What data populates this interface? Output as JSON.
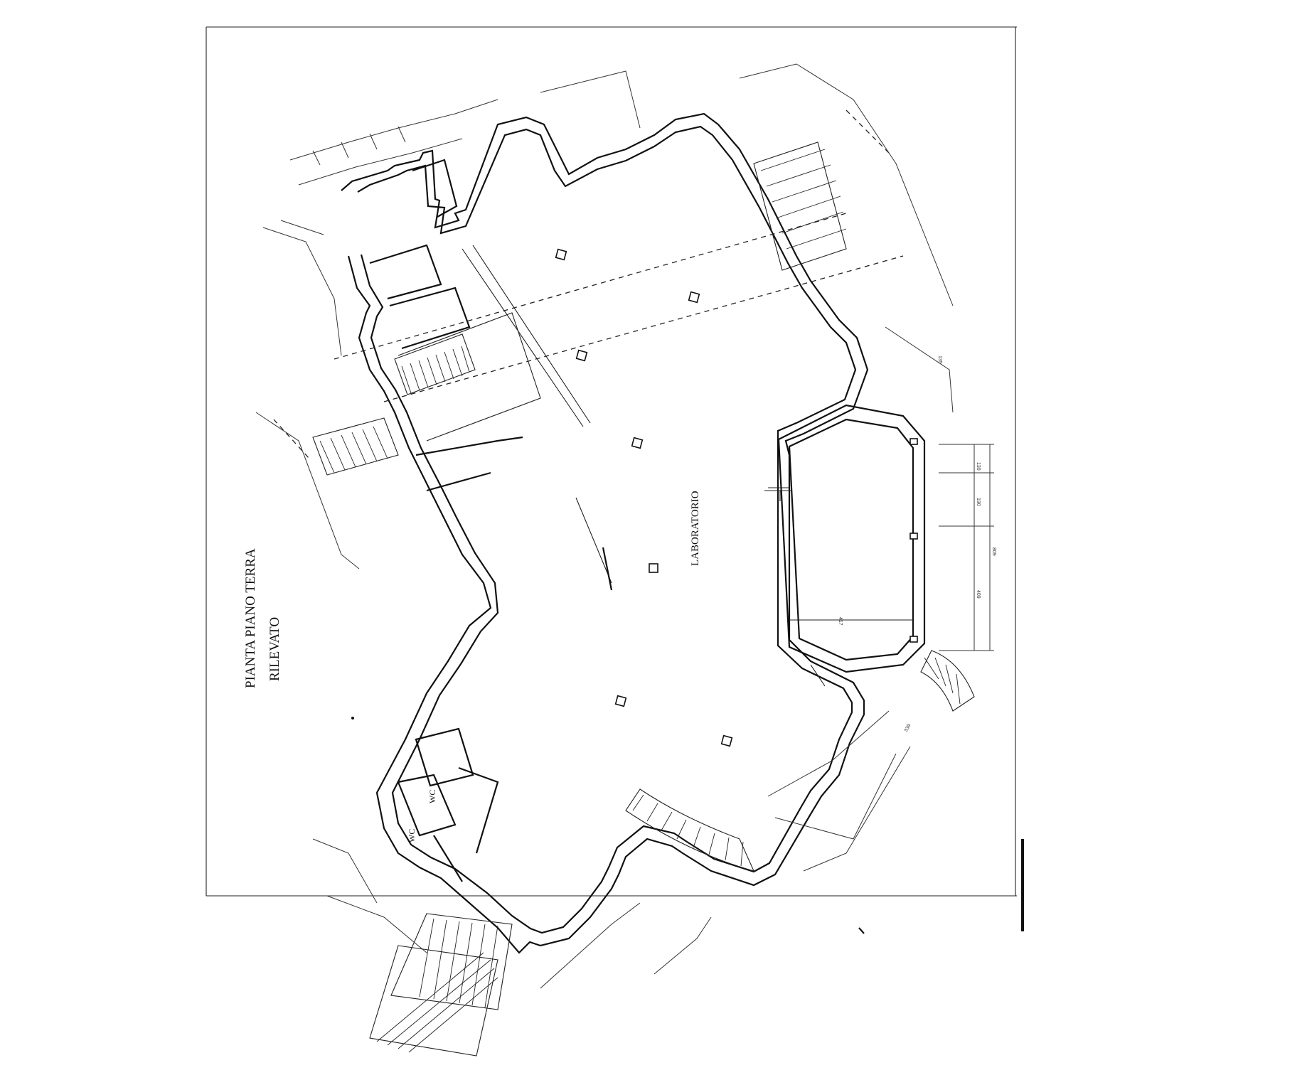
{
  "plan": {
    "title_line1": "PIANTA PIANO TERRA",
    "title_line2": "RILEVATO",
    "main_room_label": "LABORATORIO",
    "wc_label_1": "WC",
    "wc_label_2": "WC"
  },
  "dimensions": {
    "d_417": "417",
    "d_809": "809",
    "d_409": "409",
    "d_190": "190",
    "d_130": "130",
    "d_135": "135",
    "d_339": "339"
  }
}
